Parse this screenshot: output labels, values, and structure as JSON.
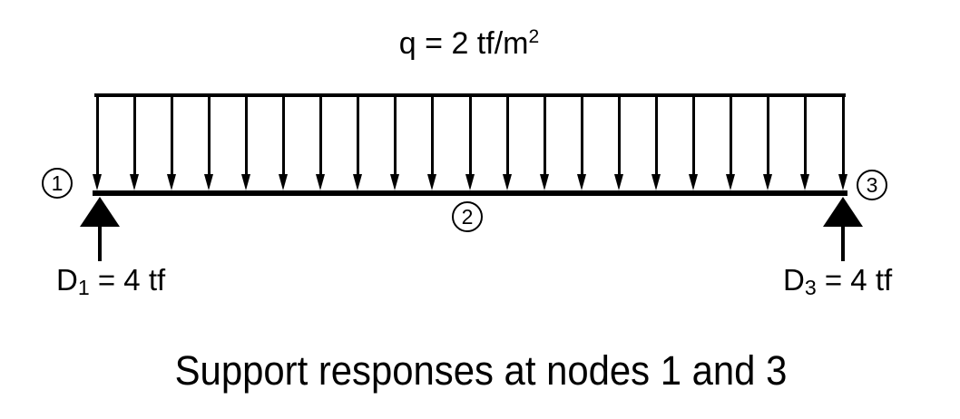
{
  "diagram": {
    "load": {
      "label_base": "q = 2 tf/m",
      "label_superscript": "2",
      "arrow_count": 21
    },
    "nodes": [
      {
        "label": "1"
      },
      {
        "label": "2"
      },
      {
        "label": "3"
      }
    ],
    "reactions": {
      "left": {
        "symbol": "D",
        "subscript": "1",
        "equals_value": " = 4 tf"
      },
      "right": {
        "symbol": "D",
        "subscript": "3",
        "equals_value": " = 4 tf"
      }
    },
    "caption": "Support responses at nodes 1 and 3",
    "colors": {
      "ink": "#000000",
      "background": "#ffffff"
    }
  }
}
